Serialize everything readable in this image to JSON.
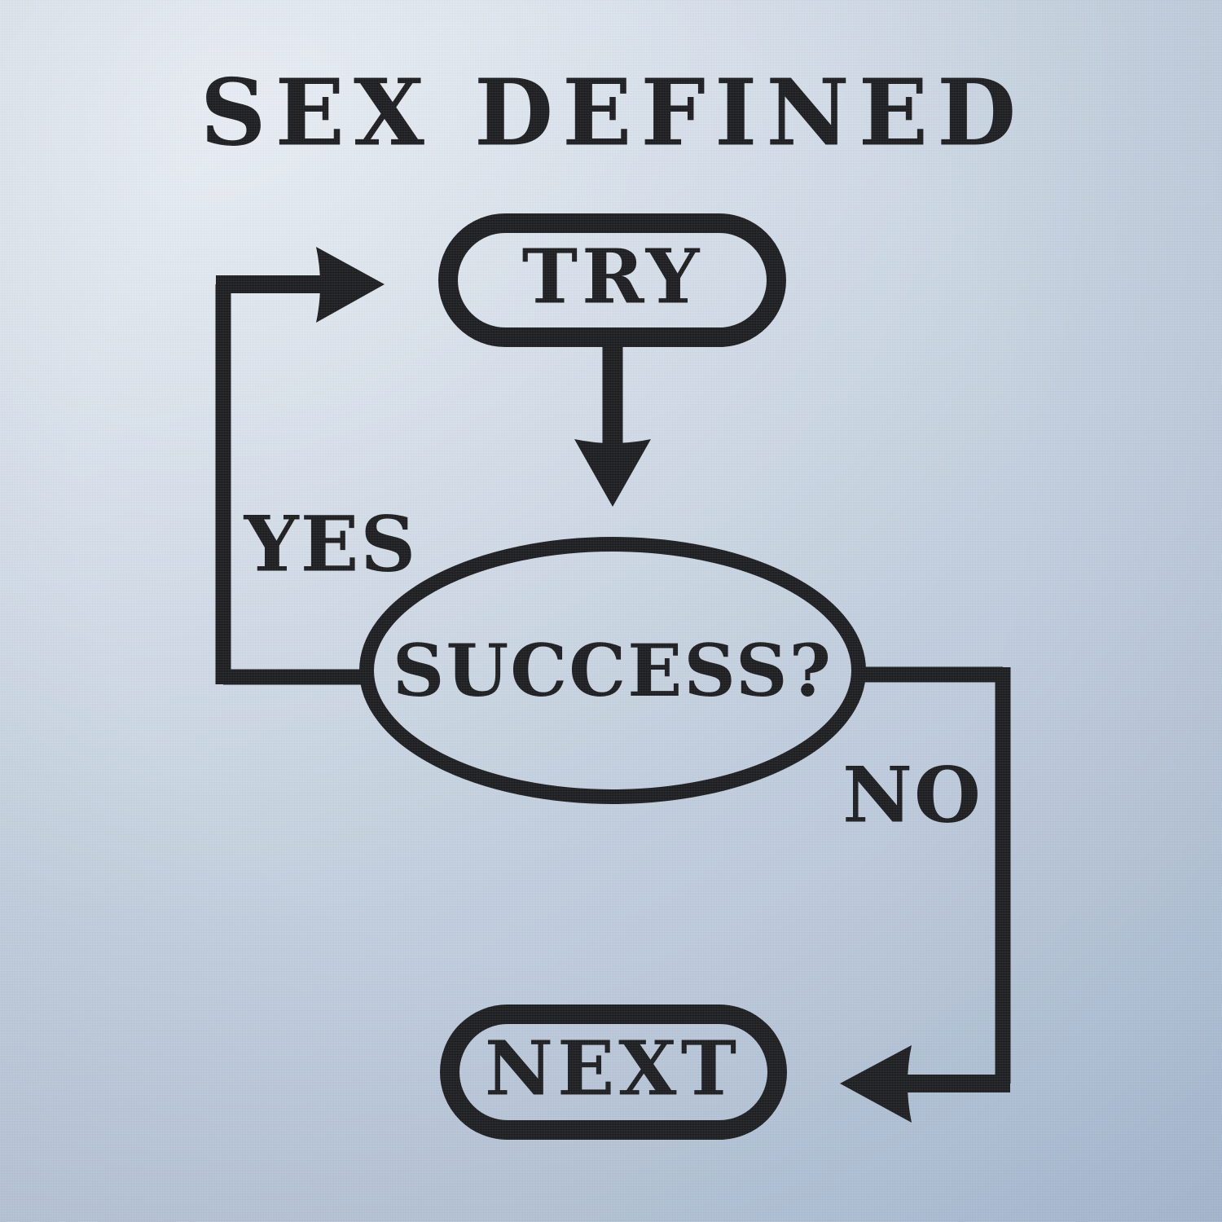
{
  "artwork": {
    "title": "SEX DEFINED",
    "ink_color": "#0c0c0e",
    "garment_color": "#c1cfdf"
  },
  "chart_data": {
    "type": "diagram",
    "subtype": "flowchart",
    "title": "SEX DEFINED",
    "nodes": [
      {
        "id": "try",
        "label": "TRY",
        "shape": "stadium"
      },
      {
        "id": "success",
        "label": "SUCCESS?",
        "shape": "ellipse"
      },
      {
        "id": "next",
        "label": "NEXT",
        "shape": "stadium"
      }
    ],
    "edges": [
      {
        "from": "try",
        "to": "success",
        "label": "",
        "direction": "down"
      },
      {
        "from": "success",
        "to": "try",
        "label": "YES",
        "direction": "left-up-right"
      },
      {
        "from": "success",
        "to": "next",
        "label": "NO",
        "direction": "right-down-left"
      }
    ],
    "labels": {
      "yes": "YES",
      "no": "NO"
    }
  }
}
